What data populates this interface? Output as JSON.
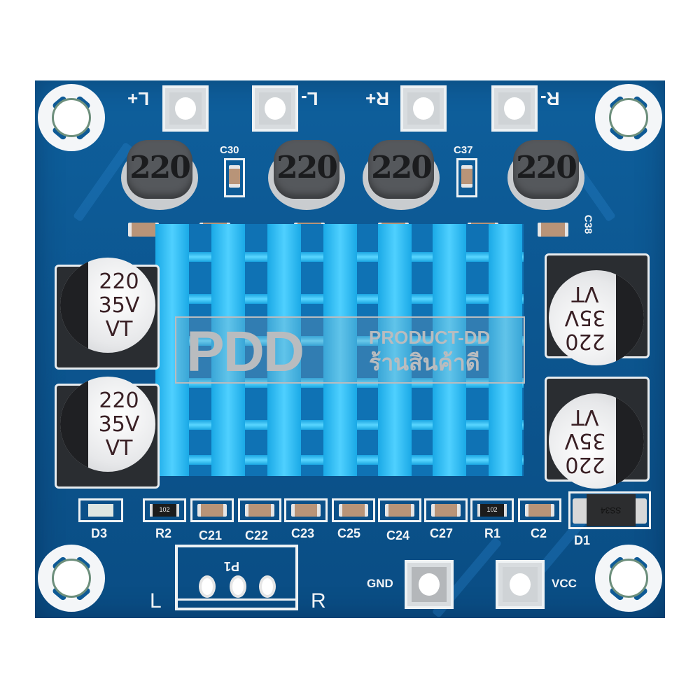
{
  "image": {
    "subject": "Blue PCB audio amplifier module with aluminum heatsink",
    "board_color": "#0c5690",
    "heatsink_color": "#1aa9e6"
  },
  "top_pads": [
    {
      "label": "L+"
    },
    {
      "label": "L-"
    },
    {
      "label": "R+"
    },
    {
      "label": "R-"
    }
  ],
  "inductors": [
    {
      "marking": "220"
    },
    {
      "marking": "220"
    },
    {
      "marking": "220"
    },
    {
      "marking": "220"
    }
  ],
  "top_caps": [
    {
      "label": "C30"
    },
    {
      "label": "C37"
    }
  ],
  "right_cap_label": "C38",
  "electrolytic_caps": [
    {
      "value": "220",
      "voltage": "35V",
      "series": "VT"
    },
    {
      "value": "220",
      "voltage": "35V",
      "series": "VT"
    },
    {
      "value": "220",
      "voltage": "35V",
      "series": "VT"
    },
    {
      "value": "220",
      "voltage": "35V",
      "series": "VT"
    }
  ],
  "bottom_row": [
    {
      "label": "D3",
      "type": "led"
    },
    {
      "label": "R2",
      "type": "resistor",
      "marking": "102"
    },
    {
      "label": "C21",
      "type": "cap"
    },
    {
      "label": "C22",
      "type": "cap"
    },
    {
      "label": "C23",
      "type": "cap"
    },
    {
      "label": "C25",
      "type": "cap"
    },
    {
      "label": "C24",
      "type": "cap"
    },
    {
      "label": "C27",
      "type": "cap"
    },
    {
      "label": "R1",
      "type": "resistor",
      "marking": "102"
    },
    {
      "label": "C2",
      "type": "cap"
    }
  ],
  "diode": {
    "label": "D1",
    "marking": "SS34"
  },
  "connector": {
    "label": "P1",
    "left": "L",
    "right": "R"
  },
  "power_pads": [
    {
      "label": "GND"
    },
    {
      "label": "VCC"
    }
  ],
  "watermark": {
    "logo": "PDD",
    "brand": "PRODUCT-DD",
    "thai": "ร้านสินค้าดี"
  }
}
